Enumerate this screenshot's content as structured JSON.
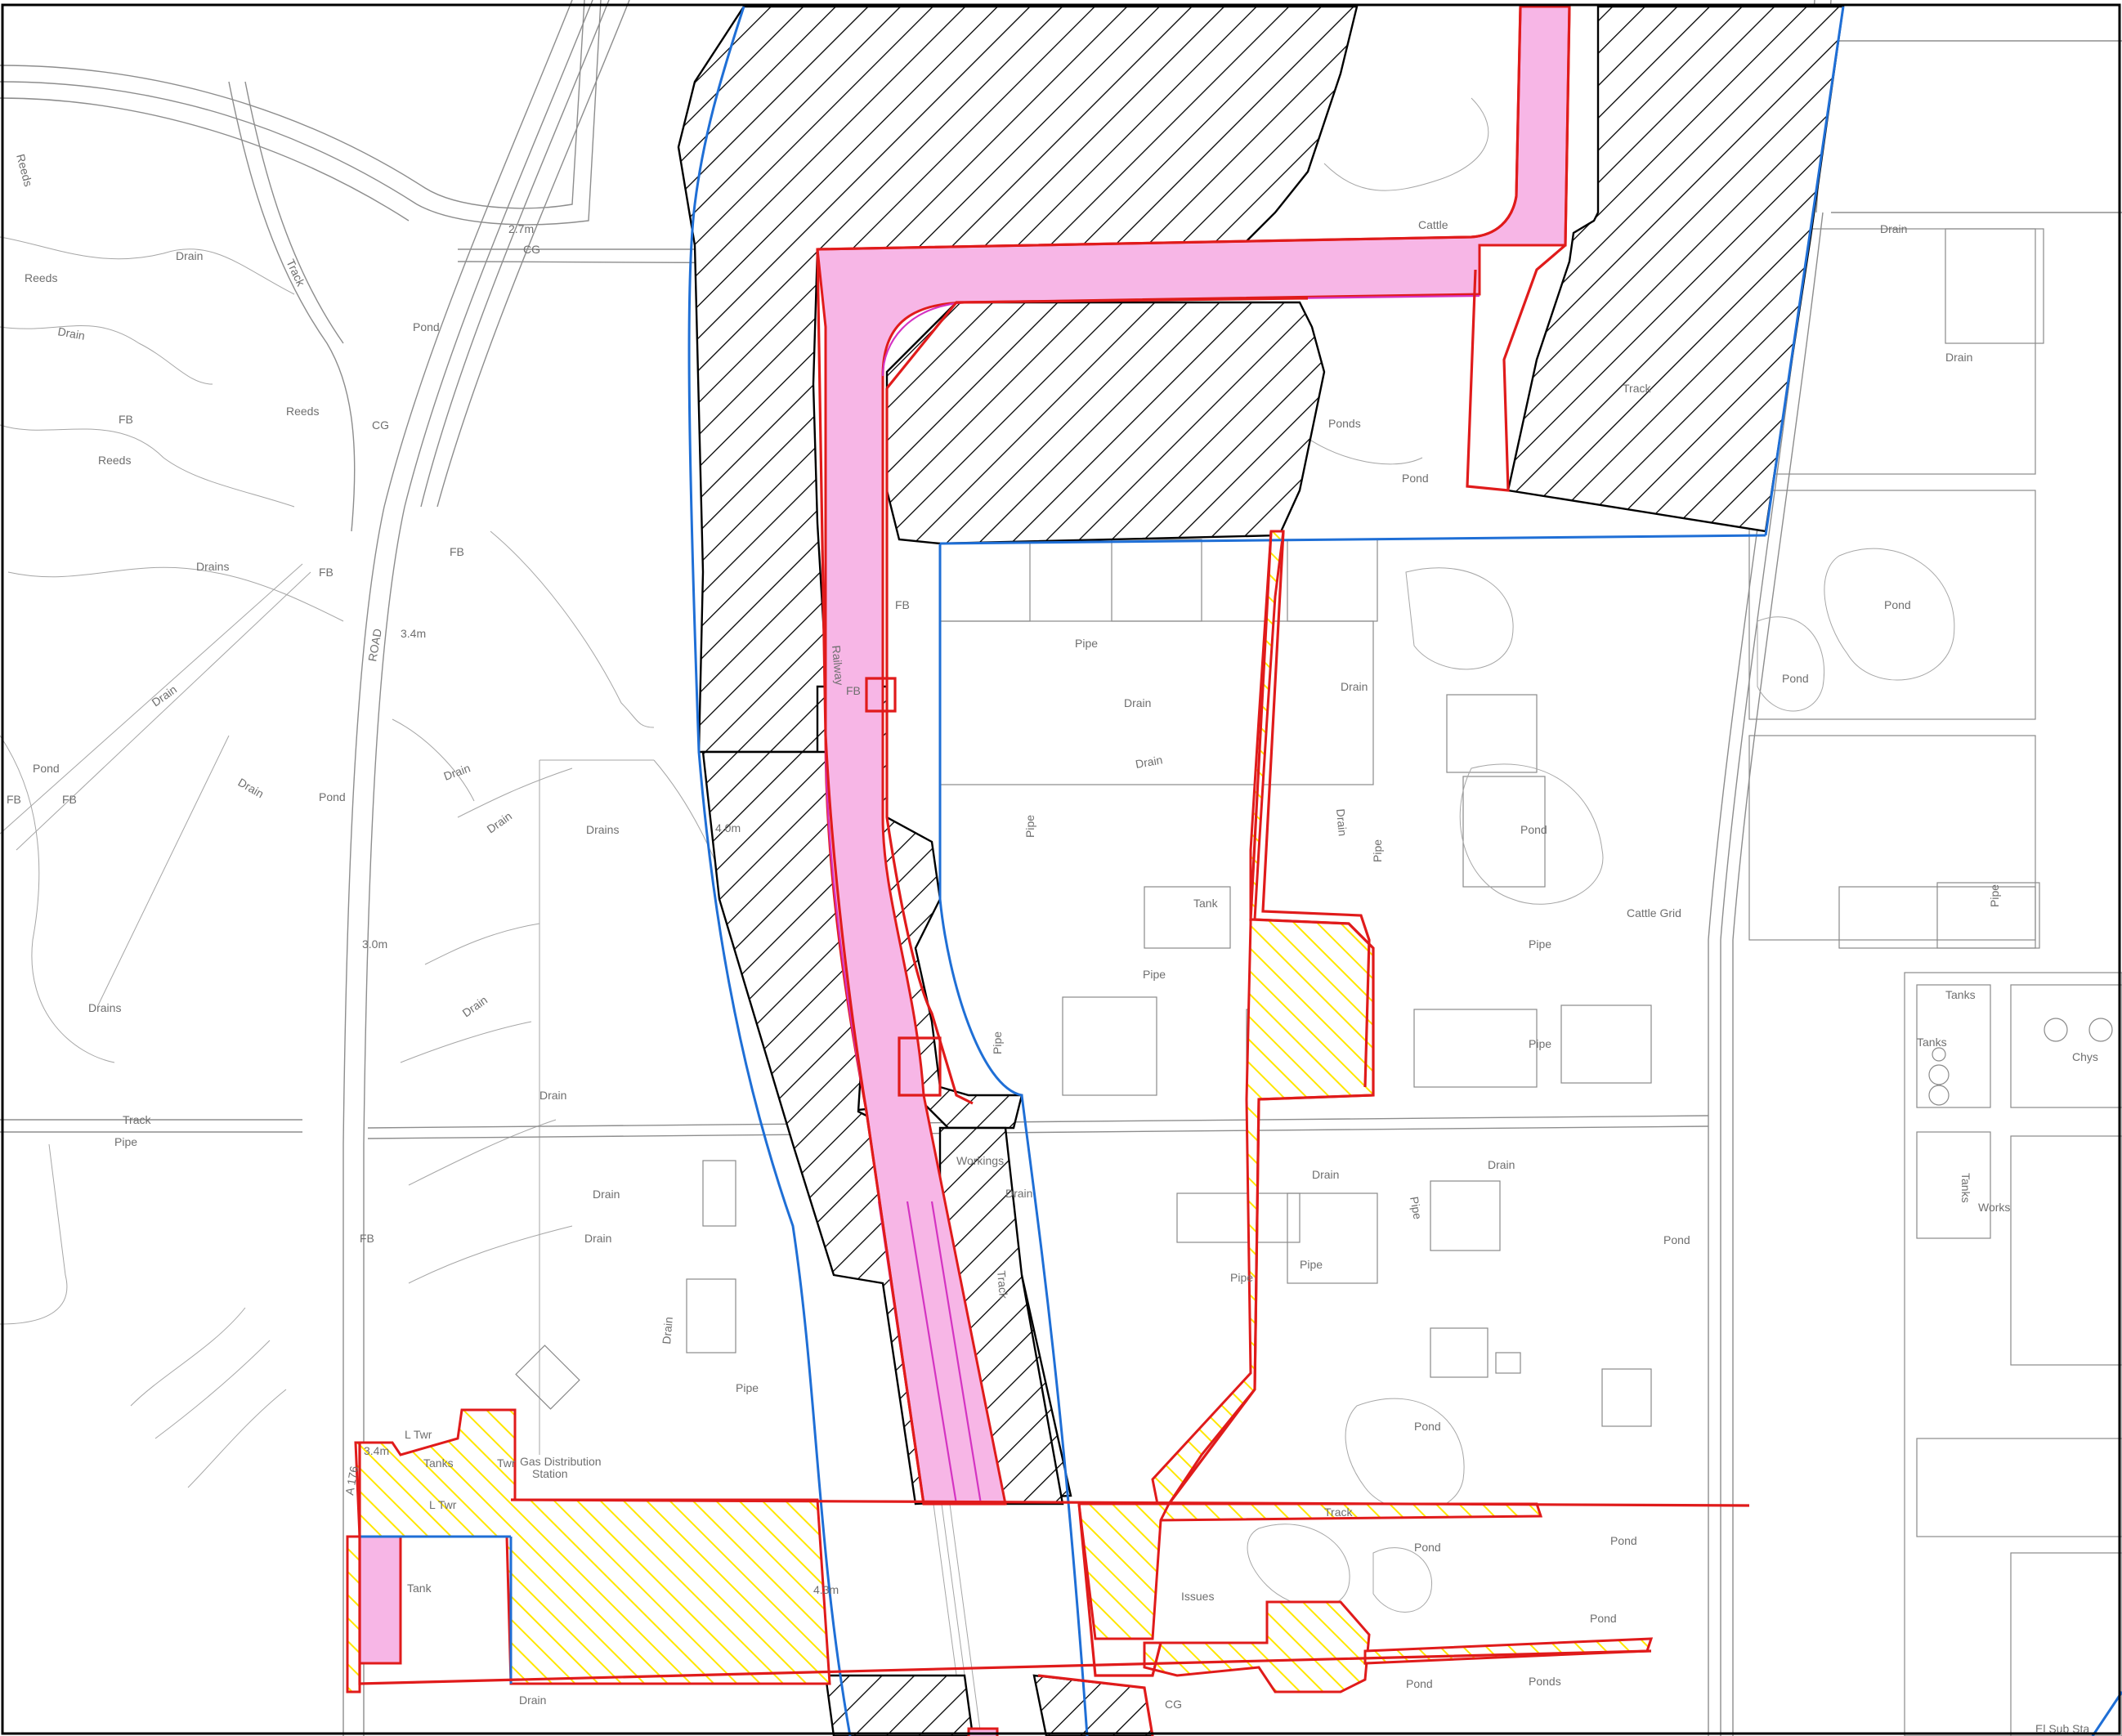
{
  "map": {
    "colors": {
      "red_boundary": "#e01b1b",
      "blue_boundary": "#1f6fd6",
      "pink_fill": "#f7b6e6",
      "magenta_line": "#d433c2",
      "yellow_hatch": "#ffe600",
      "black_hatch": "#000000",
      "base_lines": "#8d8d8d",
      "label_text": "#6f6f6f"
    },
    "labels": [
      {
        "id": "reeds-1",
        "text": "Reeds"
      },
      {
        "id": "reeds-2",
        "text": "Reeds"
      },
      {
        "id": "reeds-3",
        "text": "Reeds"
      },
      {
        "id": "reeds-4",
        "text": "Reeds"
      },
      {
        "id": "drain-1",
        "text": "Drain"
      },
      {
        "id": "drain-2",
        "text": "Drain"
      },
      {
        "id": "drain-3",
        "text": "Drain"
      },
      {
        "id": "drain-4",
        "text": "Drain"
      },
      {
        "id": "drain-5",
        "text": "Drain"
      },
      {
        "id": "drain-6",
        "text": "Drain"
      },
      {
        "id": "drain-7",
        "text": "Drain"
      },
      {
        "id": "drain-8",
        "text": "Drain"
      },
      {
        "id": "drain-9",
        "text": "Drain"
      },
      {
        "id": "drain-10",
        "text": "Drain"
      },
      {
        "id": "drain-11",
        "text": "Drain"
      },
      {
        "id": "drain-12",
        "text": "Drain"
      },
      {
        "id": "drain-13",
        "text": "Drain"
      },
      {
        "id": "drain-14",
        "text": "Drain"
      },
      {
        "id": "drain-15",
        "text": "Drain"
      },
      {
        "id": "drain-16",
        "text": "Drain"
      },
      {
        "id": "drain-17",
        "text": "Drain"
      },
      {
        "id": "drain-18",
        "text": "Drain"
      },
      {
        "id": "drain-19",
        "text": "Drain"
      },
      {
        "id": "drain-20",
        "text": "Drain"
      },
      {
        "id": "drain-21",
        "text": "Drain"
      },
      {
        "id": "drains-1",
        "text": "Drains"
      },
      {
        "id": "drains-2",
        "text": "Drains"
      },
      {
        "id": "drains-3",
        "text": "Drains"
      },
      {
        "id": "track-1",
        "text": "Track"
      },
      {
        "id": "track-2",
        "text": "Track"
      },
      {
        "id": "track-3",
        "text": "Track"
      },
      {
        "id": "track-4",
        "text": "Track"
      },
      {
        "id": "track-5",
        "text": "Track"
      },
      {
        "id": "fb-1",
        "text": "FB"
      },
      {
        "id": "fb-2",
        "text": "FB"
      },
      {
        "id": "fb-3",
        "text": "FB"
      },
      {
        "id": "fb-4",
        "text": "FB"
      },
      {
        "id": "fb-5",
        "text": "FB"
      },
      {
        "id": "fb-6",
        "text": "FB"
      },
      {
        "id": "fb-7",
        "text": "FB"
      },
      {
        "id": "fb-8",
        "text": "FB"
      },
      {
        "id": "cg-1",
        "text": "CG"
      },
      {
        "id": "cg-2",
        "text": "CG"
      },
      {
        "id": "cg-3",
        "text": "CG"
      },
      {
        "id": "pond-1",
        "text": "Pond"
      },
      {
        "id": "pond-2",
        "text": "Pond"
      },
      {
        "id": "pond-3",
        "text": "Pond"
      },
      {
        "id": "pond-4",
        "text": "Pond"
      },
      {
        "id": "pond-5",
        "text": "Pond"
      },
      {
        "id": "pond-6",
        "text": "Pond"
      },
      {
        "id": "pond-7",
        "text": "Pond"
      },
      {
        "id": "pond-8",
        "text": "Pond"
      },
      {
        "id": "pond-9",
        "text": "Pond"
      },
      {
        "id": "pond-10",
        "text": "Pond"
      },
      {
        "id": "pond-11",
        "text": "Pond"
      },
      {
        "id": "pond-12",
        "text": "Pond"
      },
      {
        "id": "pond-13",
        "text": "Pond"
      },
      {
        "id": "ponds-1",
        "text": "Ponds"
      },
      {
        "id": "ponds-2",
        "text": "Ponds"
      },
      {
        "id": "pipe-1",
        "text": "Pipe"
      },
      {
        "id": "pipe-2",
        "text": "Pipe"
      },
      {
        "id": "pipe-3",
        "text": "Pipe"
      },
      {
        "id": "pipe-4",
        "text": "Pipe"
      },
      {
        "id": "pipe-5",
        "text": "Pipe"
      },
      {
        "id": "pipe-6",
        "text": "Pipe"
      },
      {
        "id": "pipe-7",
        "text": "Pipe"
      },
      {
        "id": "pipe-8",
        "text": "Pipe"
      },
      {
        "id": "pipe-9",
        "text": "Pipe"
      },
      {
        "id": "pipe-10",
        "text": "Pipe"
      },
      {
        "id": "pipe-11",
        "text": "Pipe"
      },
      {
        "id": "pipe-12",
        "text": "Pipe"
      },
      {
        "id": "pipe-13",
        "text": "Pipe"
      },
      {
        "id": "spot-27",
        "text": "2.7m"
      },
      {
        "id": "spot-34a",
        "text": "3.4m"
      },
      {
        "id": "spot-34b",
        "text": "3.4m"
      },
      {
        "id": "spot-30",
        "text": "3.0m"
      },
      {
        "id": "spot-40",
        "text": "4.0m"
      },
      {
        "id": "spot-43",
        "text": "4.3m"
      },
      {
        "id": "road",
        "text": "ROAD"
      },
      {
        "id": "a176",
        "text": "A 176"
      },
      {
        "id": "railway",
        "text": "Railway"
      },
      {
        "id": "tank-1",
        "text": "Tank"
      },
      {
        "id": "tank-2",
        "text": "Tank"
      },
      {
        "id": "tanks-1",
        "text": "Tanks"
      },
      {
        "id": "tanks-2",
        "text": "Tanks"
      },
      {
        "id": "tanks-3",
        "text": "Tanks"
      },
      {
        "id": "tanks-4",
        "text": "Tanks"
      },
      {
        "id": "ltwr-1",
        "text": "L Twr"
      },
      {
        "id": "ltwr-2",
        "text": "L Twr"
      },
      {
        "id": "twr",
        "text": "Twr"
      },
      {
        "id": "gas-1",
        "text": "Gas Distribution"
      },
      {
        "id": "gas-2",
        "text": "Station"
      },
      {
        "id": "workings",
        "text": "Workings"
      },
      {
        "id": "works",
        "text": "Works"
      },
      {
        "id": "chys",
        "text": "Chys"
      },
      {
        "id": "issues",
        "text": "Issues"
      },
      {
        "id": "cattle-grid",
        "text": "Cattle Grid"
      },
      {
        "id": "cattle",
        "text": "Cattle"
      },
      {
        "id": "el-sub-sta",
        "text": "El Sub Sta"
      }
    ]
  }
}
